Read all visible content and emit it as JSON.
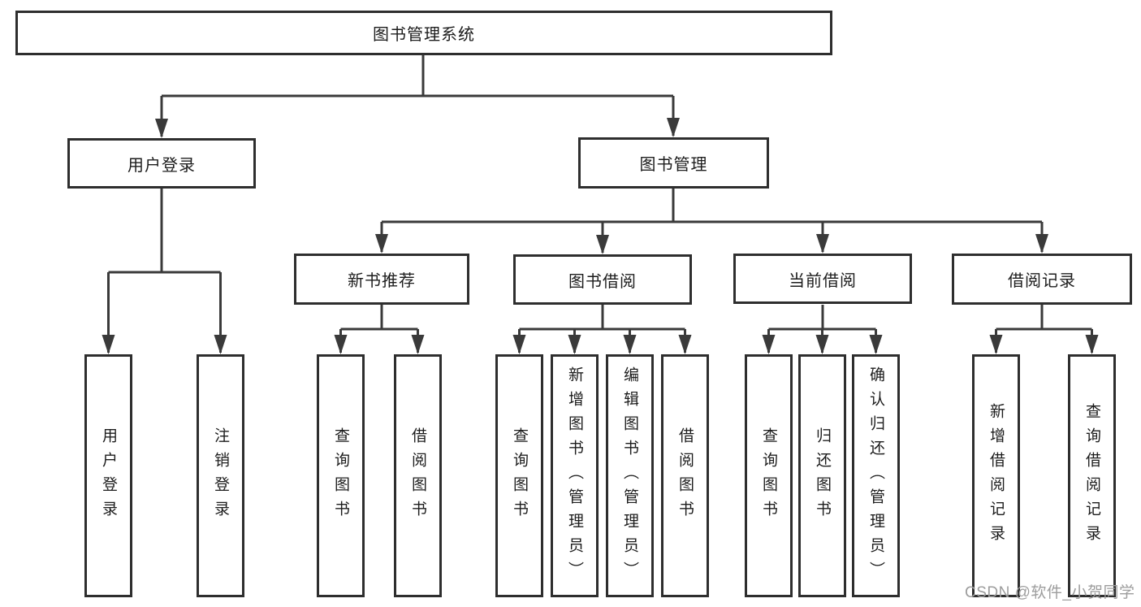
{
  "diagram": {
    "title": "图书管理系统",
    "nodes": {
      "root": "图书管理系统",
      "login": "用户登录",
      "book_mgmt": "图书管理",
      "new_book": "新书推荐",
      "book_borrow": "图书借阅",
      "current_borrow": "当前借阅",
      "borrow_records": "借阅记录",
      "user_login": "用户登录",
      "logout": "注销登录",
      "nb_query": "查询图书",
      "nb_borrow": "借阅图书",
      "bb_query": "查询图书",
      "bb_add": "新增图书（管理员）",
      "bb_edit": "编辑图书（管理员）",
      "bb_borrow": "借阅图书",
      "cb_query": "查询图书",
      "cb_return": "归还图书",
      "cb_confirm": "确认归还（管理员）",
      "rec_add": "新增借阅记录",
      "rec_query": "查询借阅记录"
    },
    "hierarchy": {
      "图书管理系统": [
        "用户登录",
        "图书管理"
      ],
      "用户登录": [
        "用户登录",
        "注销登录"
      ],
      "图书管理": [
        "新书推荐",
        "图书借阅",
        "当前借阅",
        "借阅记录"
      ],
      "新书推荐": [
        "查询图书",
        "借阅图书"
      ],
      "图书借阅": [
        "查询图书",
        "新增图书（管理员）",
        "编辑图书（管理员）",
        "借阅图书"
      ],
      "当前借阅": [
        "查询图书",
        "归还图书",
        "确认归还（管理员）"
      ],
      "借阅记录": [
        "新增借阅记录",
        "查询借阅记录"
      ]
    },
    "colors": {
      "line": "#3a3a3a",
      "node_border": "#2e2e2e",
      "text": "#1c1c1c",
      "background": "#ffffff",
      "watermark": "#9d9d9d"
    }
  },
  "watermark": {
    "text": "CSDN @软件_小贺同学"
  }
}
